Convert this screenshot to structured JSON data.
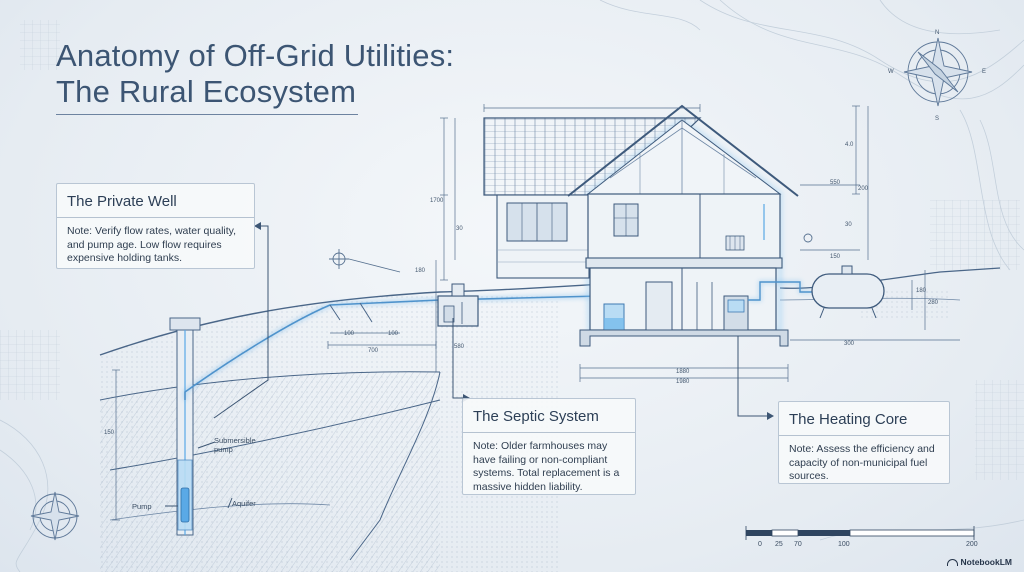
{
  "title": {
    "line1": "Anatomy of Off-Grid Utilities:",
    "line2": "The Rural Ecosystem"
  },
  "callouts": {
    "well": {
      "heading": "The Private Well",
      "note": "Note: Verify flow rates, water quality, and pump age. Low flow requires expensive holding tanks."
    },
    "septic": {
      "heading": "The Septic System",
      "note": "Note: Older farmhouses may have failing or non-compliant systems. Total replacement is a massive hidden liability."
    },
    "heating": {
      "heading": "The Heating Core",
      "note": "Note: Assess the efficiency and capacity of non-municipal fuel sources."
    }
  },
  "labels": {
    "submersible_pump": "Submersible pump",
    "pump": "Pump",
    "aquifer": "Aquifer"
  },
  "dimensions": {
    "d700": "700",
    "d100a": "100",
    "d100b": "100",
    "d580": "580",
    "d1880": "1880",
    "d1980": "1980",
    "d300": "300",
    "d180": "180",
    "d280": "280",
    "d150": "150",
    "d1700": "1700",
    "d30a": "30",
    "d30b": "30",
    "d150b": "150",
    "d550": "550",
    "d40": "4.0",
    "d200": "200",
    "d180b": "180"
  },
  "scale": {
    "ticks": [
      "0",
      "25",
      "70",
      "100",
      "200"
    ]
  },
  "compass": {
    "n": "N",
    "e": "E",
    "s": "S",
    "w": "W"
  },
  "brand": "NotebookLM",
  "colors": {
    "accent": "#5aa9e6",
    "line": "#4a6688",
    "text": "#2d4157"
  }
}
